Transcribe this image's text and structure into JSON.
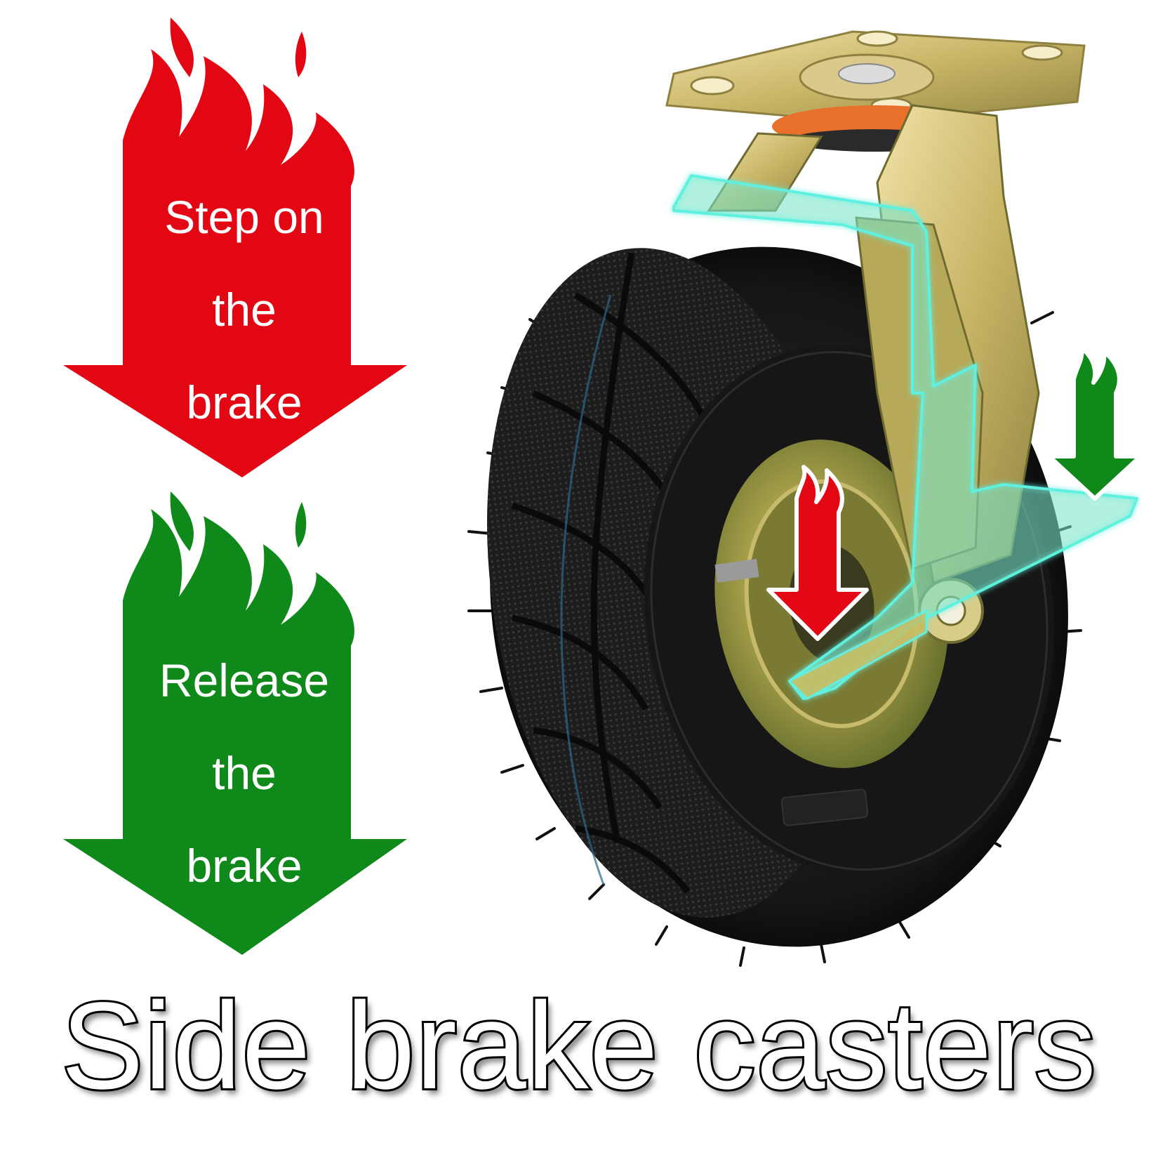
{
  "step_arrow": {
    "lines": [
      "Step on",
      "the",
      "brake"
    ],
    "color": "#e30613"
  },
  "release_arrow": {
    "lines": [
      "Release",
      "the",
      "brake"
    ],
    "color": "#0f8a1a"
  },
  "caption": "Side brake casters",
  "colors": {
    "highlight": "#5ff0e0",
    "tire": "#1a1a1a",
    "metal": "#c9b56a",
    "swivel_ring": "#e8702a"
  }
}
